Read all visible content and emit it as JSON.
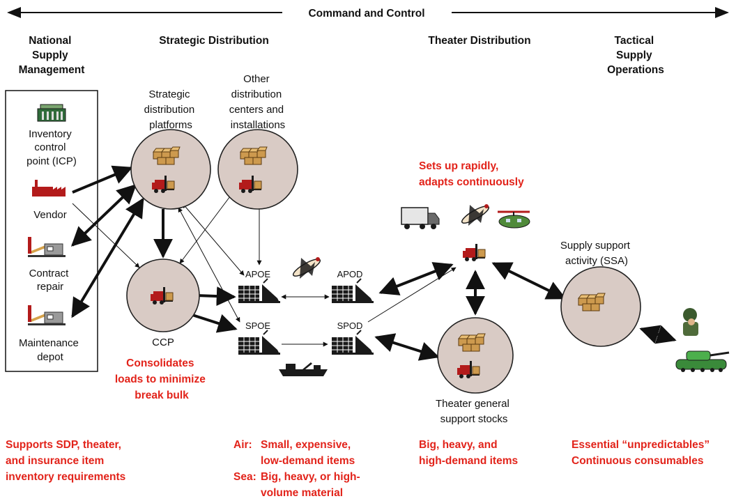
{
  "header": {
    "command_and_control": "Command and Control",
    "col_national": [
      "National",
      "Supply",
      "Management"
    ],
    "col_strategic": "Strategic Distribution",
    "col_theater": "Theater Distribution",
    "col_tactical": [
      "Tactical",
      "Supply",
      "Operations"
    ]
  },
  "national": {
    "icp": [
      "Inventory",
      "control",
      "point (ICP)"
    ],
    "vendor": "Vendor",
    "contract_repair": [
      "Contract",
      "repair"
    ],
    "maintenance_depot": [
      "Maintenance",
      "depot"
    ]
  },
  "strategic": {
    "sdp": [
      "Strategic",
      "distribution",
      "platforms"
    ],
    "other_centers": [
      "Other",
      "distribution",
      "centers and",
      "installations"
    ],
    "ccp": "CCP",
    "apoe": "APOE",
    "spoe": "SPOE",
    "ccp_note": [
      "Consolidates",
      "loads to minimize",
      "break bulk"
    ]
  },
  "theater": {
    "apod": "APOD",
    "spod": "SPOD",
    "note": [
      "Sets up rapidly,",
      "adapts continuously"
    ],
    "stocks": [
      "Theater general",
      "support stocks"
    ]
  },
  "tactical": {
    "ssa": [
      "Supply support",
      "activity (SSA)"
    ]
  },
  "footer": {
    "national": [
      "Supports SDP, theater,",
      "and insurance item",
      "inventory requirements"
    ],
    "air_label": "Air:",
    "air_text": [
      "Small, expensive,",
      "low-demand items"
    ],
    "sea_label": "Sea:",
    "sea_text": [
      "Big, heavy, or high-",
      "volume material"
    ],
    "theater": [
      "Big, heavy, and",
      "high-demand items"
    ],
    "tactical": [
      "Essential “unpredictables”",
      "Continuous consumables"
    ]
  },
  "colors": {
    "accent_red": "#e2231a",
    "circle_fill": "#d9cbc5",
    "line": "#111111"
  }
}
